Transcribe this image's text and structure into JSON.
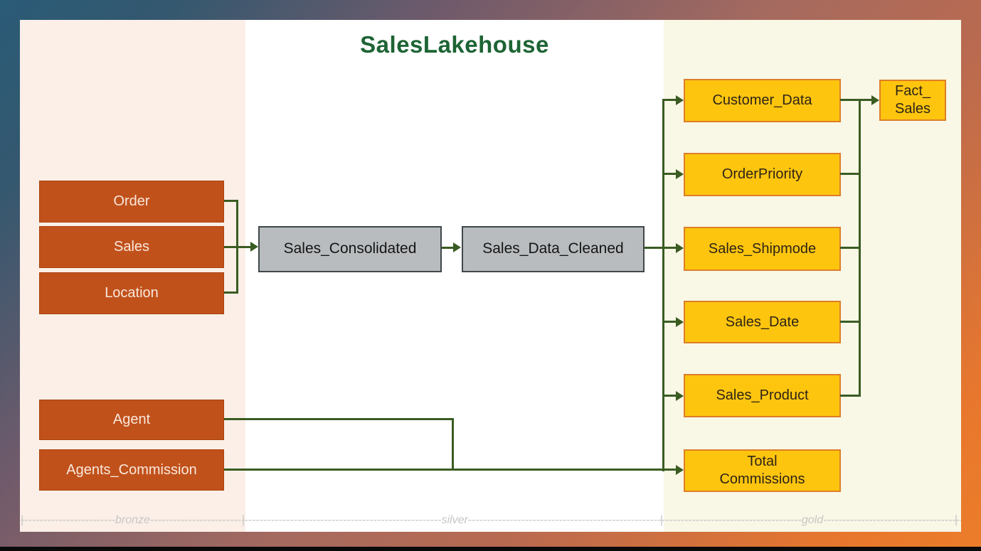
{
  "title": "SalesLakehouse",
  "colors": {
    "title_green": "#1d6434",
    "connector_green": "#3a5c22",
    "bronze_box": "#c1511b",
    "silver_box": "#b9bcbe",
    "gold_box": "#fec50f",
    "gold_box_border": "#dd7e27",
    "bronze_panel": "#fbefe7",
    "silver_panel": "#ffffff",
    "gold_panel": "#f9f7e6"
  },
  "nodes": {
    "order": {
      "label": "Order"
    },
    "sales": {
      "label": "Sales"
    },
    "location": {
      "label": "Location"
    },
    "agent": {
      "label": "Agent"
    },
    "agents_commission": {
      "label": "Agents_Commission"
    },
    "sales_consolidated": {
      "label": "Sales_Consolidated"
    },
    "sales_data_cleaned": {
      "label": "Sales_Data_Cleaned"
    },
    "customer_data": {
      "label": "Customer_Data"
    },
    "order_priority": {
      "label": "OrderPriority"
    },
    "sales_shipmode": {
      "label": "Sales_Shipmode"
    },
    "sales_date": {
      "label": "Sales_Date"
    },
    "sales_product": {
      "label": "Sales_Product"
    },
    "total_commissions": {
      "label": "Total Commissions",
      "line1": "Total",
      "line2": "Commissions"
    },
    "fact_sales": {
      "label": "Fact_Sales",
      "line1": "Fact_",
      "line2": "Sales"
    }
  },
  "edges": [
    {
      "from": "Order",
      "to": "Sales_Consolidated"
    },
    {
      "from": "Sales",
      "to": "Sales_Consolidated"
    },
    {
      "from": "Location",
      "to": "Sales_Consolidated"
    },
    {
      "from": "Sales_Consolidated",
      "to": "Sales_Data_Cleaned"
    },
    {
      "from": "Sales_Data_Cleaned",
      "to": "Customer_Data"
    },
    {
      "from": "Sales_Data_Cleaned",
      "to": "OrderPriority"
    },
    {
      "from": "Sales_Data_Cleaned",
      "to": "Sales_Shipmode"
    },
    {
      "from": "Sales_Data_Cleaned",
      "to": "Sales_Date"
    },
    {
      "from": "Sales_Data_Cleaned",
      "to": "Sales_Product"
    },
    {
      "from": "Customer_Data",
      "to": "Fact_Sales"
    },
    {
      "from": "OrderPriority",
      "to": "Fact_Sales"
    },
    {
      "from": "Sales_Shipmode",
      "to": "Fact_Sales"
    },
    {
      "from": "Sales_Date",
      "to": "Fact_Sales"
    },
    {
      "from": "Sales_Product",
      "to": "Fact_Sales"
    },
    {
      "from": "Agent",
      "to": "Total Commissions"
    },
    {
      "from": "Agents_Commission",
      "to": "Total Commissions"
    }
  ],
  "ruler": {
    "pipe": "|",
    "bronze_label": "------------------------------bronze------------------------------",
    "silver_label": "------------------------------------------------------------silver------------------------------------------------------------",
    "gold_label": "----------------------------------------gold----------------------------------------"
  }
}
